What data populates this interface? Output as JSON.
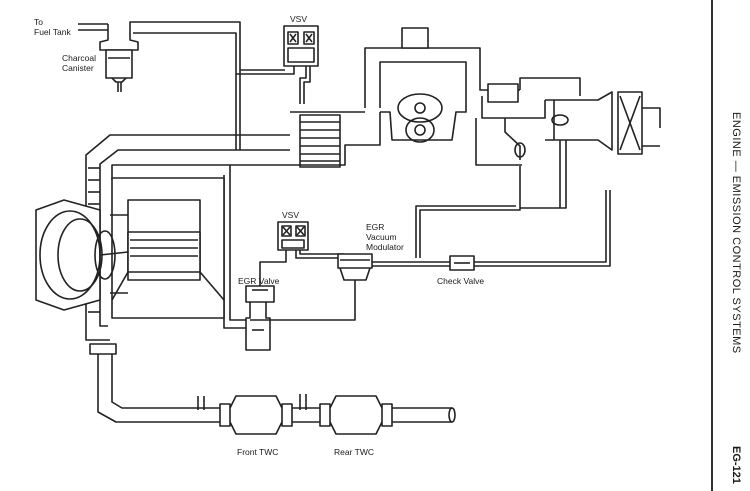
{
  "page": {
    "section_title": "ENGINE — EMISSION CONTROL SYSTEMS",
    "page_code": "EG-121"
  },
  "labels": {
    "to_fuel_tank_line1": "To",
    "to_fuel_tank_line2": "Fuel Tank",
    "charcoal_canister_line1": "Charcoal",
    "charcoal_canister_line2": "Canister",
    "vsv_top": "VSV",
    "vsv_mid": "VSV",
    "egr_vacuum_modulator_line1": "EGR",
    "egr_vacuum_modulator_line2": "Vacuum",
    "egr_vacuum_modulator_line3": "Modulator",
    "egr_valve": "EGR Valve",
    "check_valve": "Check Valve",
    "front_twc": "Front TWC",
    "rear_twc": "Rear TWC"
  }
}
